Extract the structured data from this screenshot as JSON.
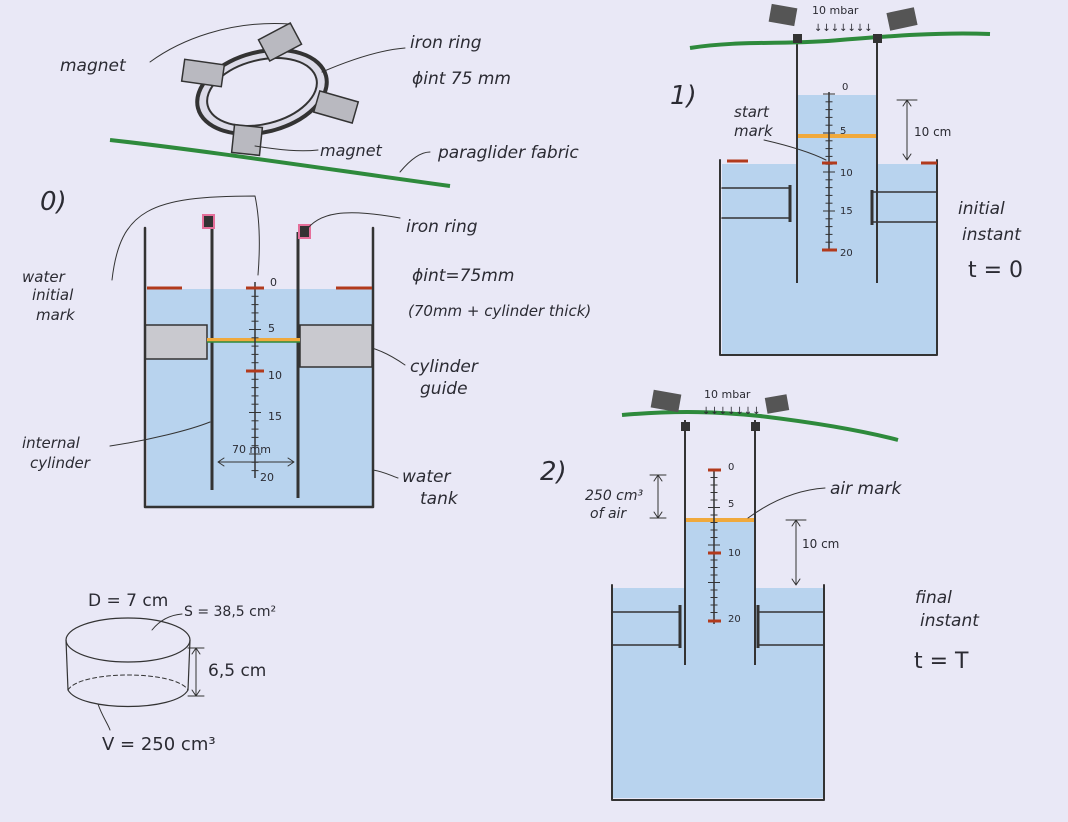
{
  "colors": {
    "paper": "#e9e8f6",
    "water": "#b8d3ee",
    "fabric": "#2e8a3c",
    "red_mark": "#b23a1c",
    "orange_mark": "#f0a93c",
    "ink": "#333333",
    "guide": "#c9c9cf"
  },
  "ring": {
    "label_magnet_top": "magnet",
    "label_magnet_bottom": "magnet",
    "label_iron_ring": "iron ring",
    "label_diameter": "ϕint 75 mm",
    "label_fabric": "paraglider fabric"
  },
  "diagram0": {
    "step": "0)",
    "label_iron_ring": "iron ring",
    "label_diameter": "ϕint=75mm",
    "label_diameter_note": "(70mm + cylinder thick)",
    "label_water_initial_mark": [
      "water",
      "initial",
      "mark"
    ],
    "label_cylinder_guide": [
      "cylinder",
      "guide"
    ],
    "label_internal_cylinder": [
      "internal",
      "cylinder"
    ],
    "label_water_tank": [
      "water",
      "tank"
    ],
    "label_width": "70 mm",
    "scale": [
      "0",
      "5",
      "10",
      "15",
      "20"
    ]
  },
  "diagram1": {
    "step": "1)",
    "label_pressure": "10 mbar",
    "label_start_mark": [
      "start",
      "mark"
    ],
    "label_height": "10 cm",
    "label_instant": [
      "initial",
      "instant"
    ],
    "label_time": "t = 0",
    "scale": [
      "0",
      "5",
      "10",
      "15",
      "20"
    ]
  },
  "diagram2": {
    "step": "2)",
    "label_pressure": "10 mbar",
    "label_air_volume": [
      "250 cm³",
      "of air"
    ],
    "label_air_mark": "air mark",
    "label_height": "10 cm",
    "label_instant": [
      "final",
      "instant"
    ],
    "label_time": "t = T",
    "scale": [
      "0",
      "5",
      "10",
      "20"
    ]
  },
  "cylinder_volume": {
    "label_diameter": "D = 7 cm",
    "label_area": "S = 38,5 cm²",
    "label_height": "6,5 cm",
    "label_volume": "V = 250 cm³"
  }
}
